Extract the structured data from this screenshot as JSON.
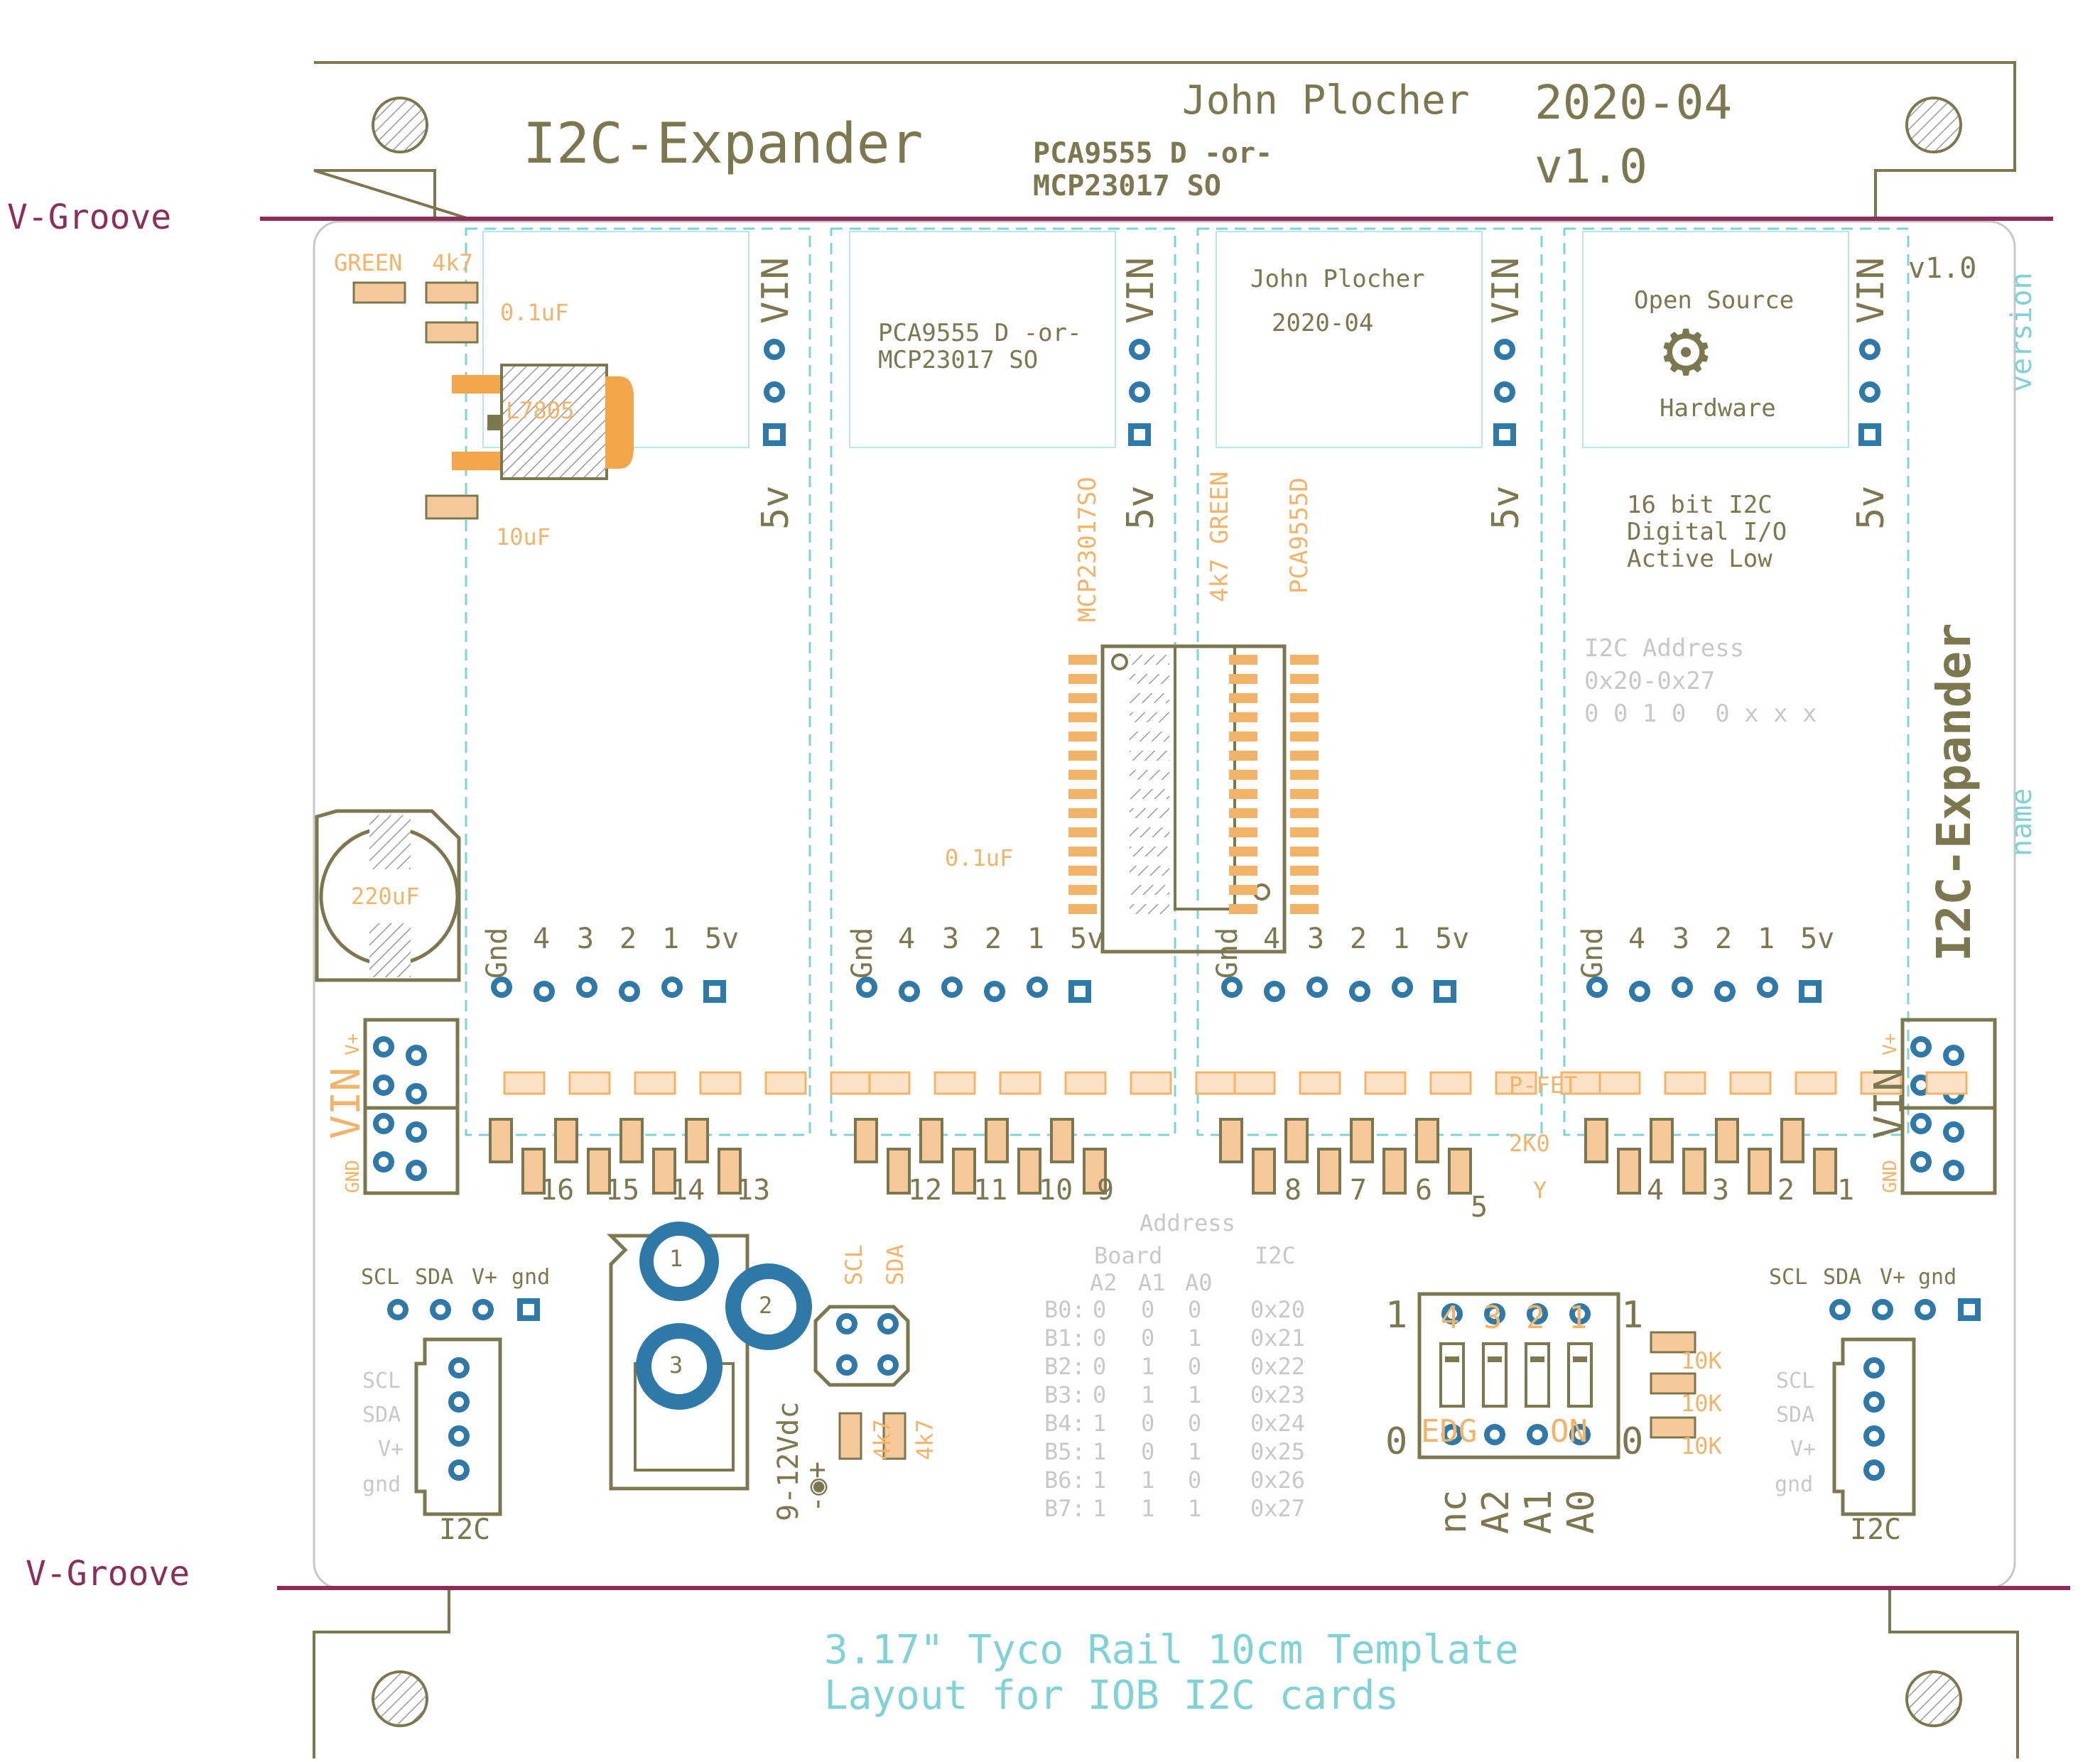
{
  "header": {
    "title": "I2C-Expander",
    "author": "John Plocher",
    "date": "2020-04",
    "version": "v1.0",
    "chips_line1": "PCA9555 D -or-",
    "chips_line2": "MCP23017 SO"
  },
  "vgroove": {
    "top": "V-Groove",
    "bottom": "V-Groove"
  },
  "regulator": {
    "led_label": "GREEN",
    "res_label": "4k7",
    "cap_in": "0.1uF",
    "cap_out": "10uF",
    "reg_part": "L7805",
    "bulk_cap": "220uF"
  },
  "modules": [
    {
      "pin_top": "VIN",
      "pin_bottom": "5v",
      "text_lines": []
    },
    {
      "pin_top": "VIN",
      "pin_bottom": "5v",
      "text_lines": [
        "PCA9555 D -or-",
        "MCP23017 SO"
      ]
    },
    {
      "pin_top": "VIN",
      "pin_bottom": "5v",
      "text_lines": [
        "John Plocher",
        "2020-04"
      ]
    },
    {
      "pin_top": "VIN",
      "pin_bottom": "5v",
      "text_lines": [
        "Open Source",
        "Hardware"
      ]
    }
  ],
  "header_pins": [
    "Gnd",
    "4",
    "3",
    "2",
    "1",
    "5v"
  ],
  "side": {
    "version_text": "v1.0",
    "version_label": "version",
    "name_text": "I2C-Expander",
    "name_label": "name",
    "desc_lines": [
      "16 bit I2C",
      "Digital I/O",
      "Active Low"
    ],
    "addr_lines": [
      "I2C Address",
      "0x20-0x27",
      "0 0 1 0  0 x x x"
    ]
  },
  "center_ic": {
    "left_label": "MCP23017SO",
    "right_label": "PCA9555D",
    "mid_label": "4k7 GREEN",
    "decap": "0.1uF"
  },
  "fet": {
    "label": "P-FET",
    "res": "2K0",
    "led": "Y"
  },
  "outputs": {
    "group1": [
      "16",
      "15",
      "14",
      "13"
    ],
    "group2": [
      "12",
      "11",
      "10",
      "9"
    ],
    "group3": [
      "8",
      "7",
      "6",
      "5"
    ],
    "group4": [
      "4",
      "3",
      "2",
      "1"
    ]
  },
  "vin_connector": {
    "label": "VIN",
    "vplus": "V+",
    "gnd": "GND"
  },
  "i2c_connector": {
    "top_pins": [
      "SCL",
      "SDA",
      "V+",
      "gnd"
    ],
    "side_pins": [
      "SCL",
      "SDA",
      "V+",
      "gnd"
    ],
    "label": "I2C"
  },
  "power_jack": {
    "pins": [
      "1",
      "2",
      "3"
    ],
    "voltage": "9-12Vdc",
    "polarity": "-◉+"
  },
  "scl_sda": {
    "labels": [
      "SCL",
      "SDA"
    ],
    "res": "4k7"
  },
  "address_table": {
    "title": "Address",
    "board_header": "Board",
    "i2c_header": "I2C",
    "cols": [
      "A2",
      "A1",
      "A0"
    ],
    "rows": [
      {
        "board": "B0:",
        "bits": [
          "0",
          "0",
          "0"
        ],
        "addr": "0x20"
      },
      {
        "board": "B1:",
        "bits": [
          "0",
          "0",
          "1"
        ],
        "addr": "0x21"
      },
      {
        "board": "B2:",
        "bits": [
          "0",
          "1",
          "0"
        ],
        "addr": "0x22"
      },
      {
        "board": "B3:",
        "bits": [
          "0",
          "1",
          "1"
        ],
        "addr": "0x23"
      },
      {
        "board": "B4:",
        "bits": [
          "1",
          "0",
          "0"
        ],
        "addr": "0x24"
      },
      {
        "board": "B5:",
        "bits": [
          "1",
          "0",
          "1"
        ],
        "addr": "0x25"
      },
      {
        "board": "B6:",
        "bits": [
          "1",
          "1",
          "0"
        ],
        "addr": "0x26"
      },
      {
        "board": "B7:",
        "bits": [
          "1",
          "1",
          "1"
        ],
        "addr": "0x27"
      }
    ]
  },
  "dip_switch": {
    "top_nums": [
      "4",
      "3",
      "2",
      "1"
    ],
    "left_one": "1",
    "right_one": "1",
    "left_zero": "0",
    "right_zero": "0",
    "edge": "EDG",
    "on": "ON",
    "res": [
      "10K",
      "10K",
      "10K"
    ],
    "bottom_labels": [
      "nc",
      "A2",
      "A1",
      "A0"
    ]
  },
  "footer": {
    "line1": "3.17\" Tyco Rail 10cm Template",
    "line2": "Layout for IOB I2C cards"
  },
  "colors": {
    "olive": "#7b7850",
    "orange": "#f3b46a",
    "cyan": "#7fd3d5",
    "pad_blue": "#2f79a8",
    "plum": "#8b2f5a",
    "grey": "#c8c8c8"
  }
}
